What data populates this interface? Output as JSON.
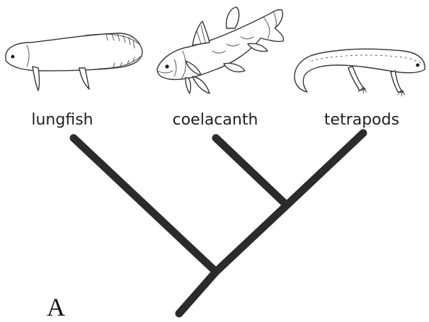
{
  "figure": {
    "panel_label": "A",
    "taxa": [
      {
        "label": "lungfish",
        "icon": "lungfish-icon"
      },
      {
        "label": "coelacanth",
        "icon": "coelacanth-icon"
      },
      {
        "label": "tetrapods",
        "icon": "tetrapod-icon"
      }
    ],
    "branch_color": "#2b2b2b",
    "topology": "(lungfish, (coelacanth, tetrapods))"
  }
}
